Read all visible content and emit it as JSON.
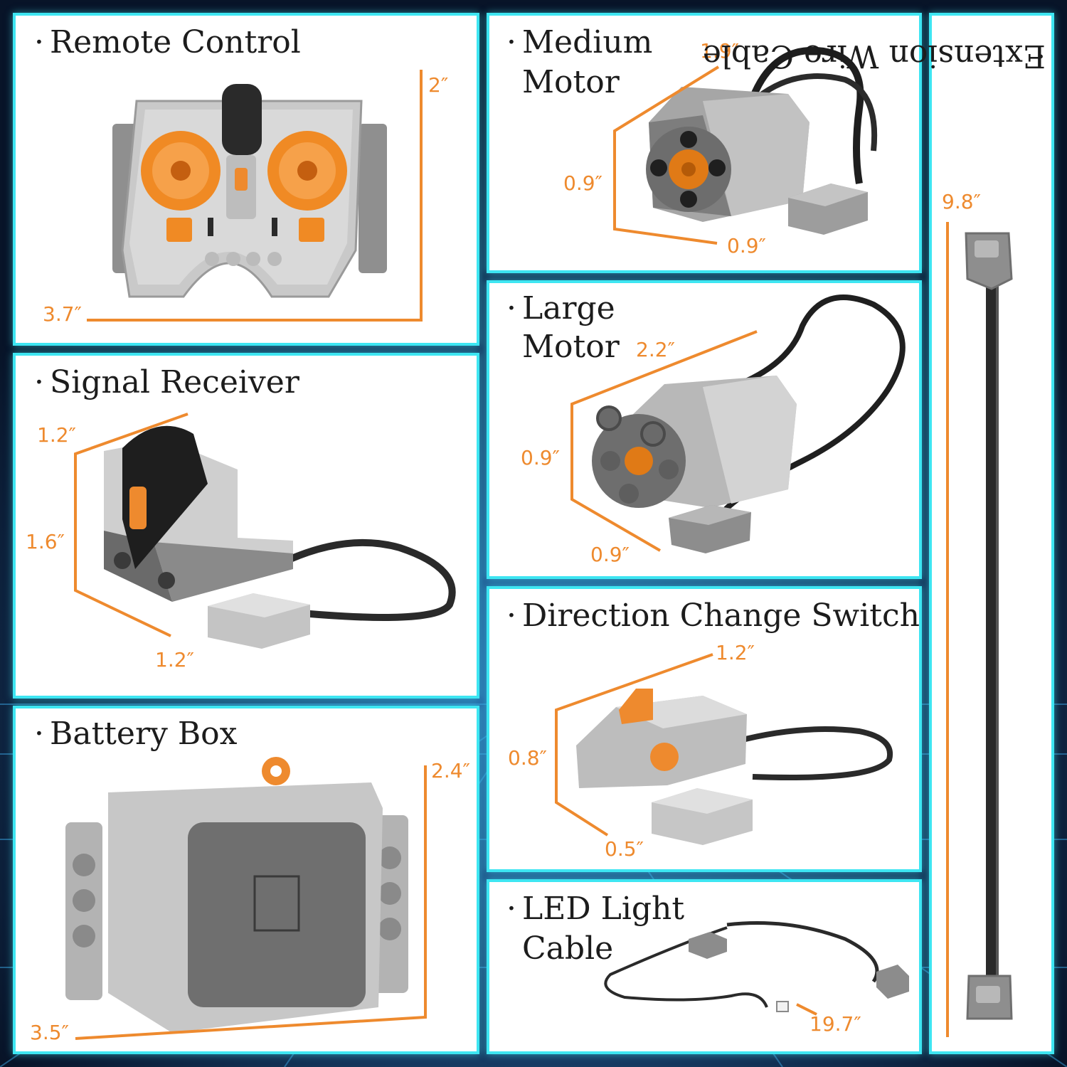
{
  "panels": {
    "remote_control": {
      "title": "Remote Control",
      "width": "3.7″",
      "height": "2″"
    },
    "medium_motor": {
      "title_line1": "Medium",
      "title_line2": "Motor",
      "length": "1.9″",
      "height": "0.9″",
      "width": "0.9″"
    },
    "large_motor": {
      "title_line1": "Large",
      "title_line2": "Motor",
      "length": "2.2″",
      "height": "0.9″",
      "width": "0.9″"
    },
    "signal_receiver": {
      "title": "Signal Receiver",
      "length": "1.2″",
      "height": "1.6″",
      "width": "1.2″"
    },
    "direction_switch": {
      "title": "Direction Change Switch",
      "length": "1.2″",
      "height": "0.8″",
      "width": "0.5″"
    },
    "battery_box": {
      "title": "Battery Box",
      "height": "2.4″",
      "width": "3.5″"
    },
    "led_cable": {
      "title_line1": "LED Light",
      "title_line2": "Cable",
      "length": "19.7″"
    },
    "extension_cable": {
      "title": "Extension Wire Cable",
      "length": "9.8″"
    }
  },
  "colors": {
    "border": "#3ee6f2",
    "dimension": "#ee8a2e",
    "background": "#0b1e3a"
  }
}
